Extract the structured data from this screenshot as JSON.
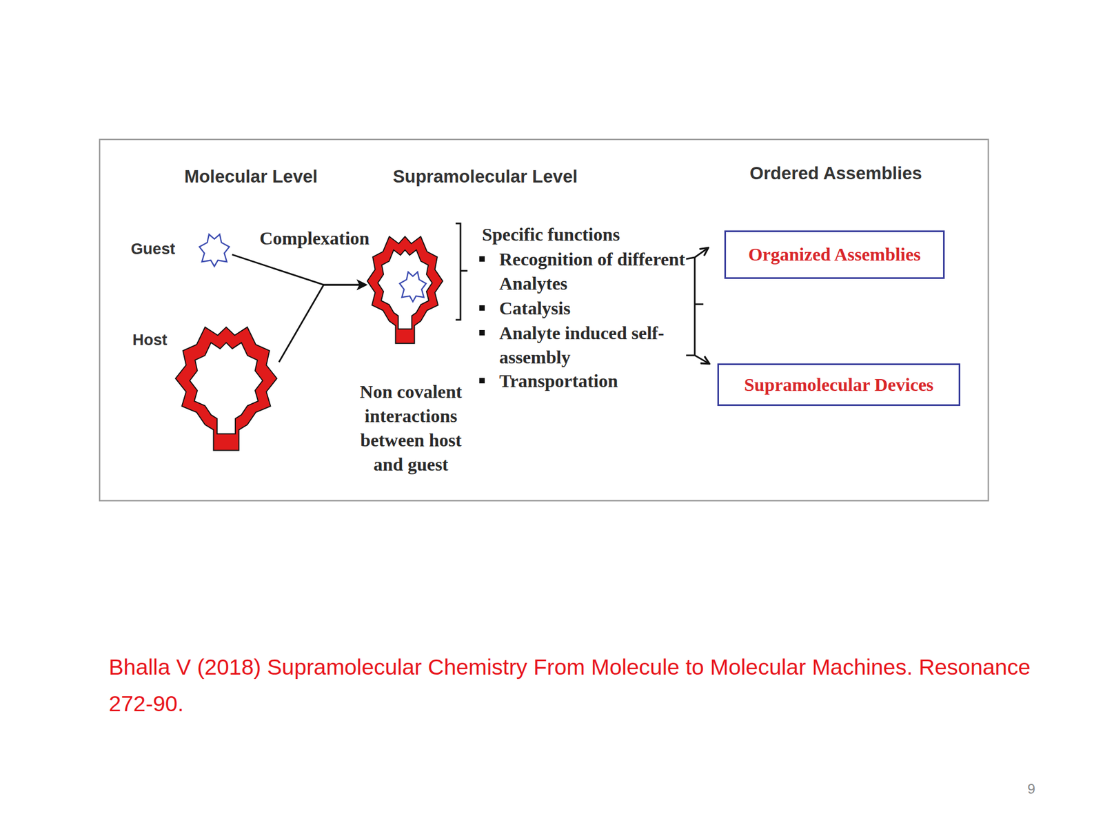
{
  "diagram": {
    "caption": "Bhalla V (2018) Supramolecular Chemistry From Molecule to Molecular Machines. Resonance 272-90.",
    "nodes": [
      {
        "text": [
          "Guest"
        ]
      },
      {
        "text": [
          "Host"
        ]
      },
      {
        "text": [
          "Non covalent interactions between host and guest"
        ]
      },
      {
        "text": [
          "Organized Assemblies"
        ]
      },
      {
        "text": [
          "Supramolecular Devices"
        ]
      }
    ],
    "edges": [
      {
        "from": 0,
        "to": 2,
        "arrow": "to",
        "label": "Complexation"
      },
      {
        "from": 1,
        "to": 2,
        "arrow": "to"
      }
    ],
    "labels": [
      "Molecular Level",
      "Supramolecular Level",
      "Ordered Assemblies",
      "Specific functions",
      "Recognition of different Analytes",
      "Catalysis",
      "Analyte induced self-assembly",
      "Transportation",
      "9"
    ]
  }
}
